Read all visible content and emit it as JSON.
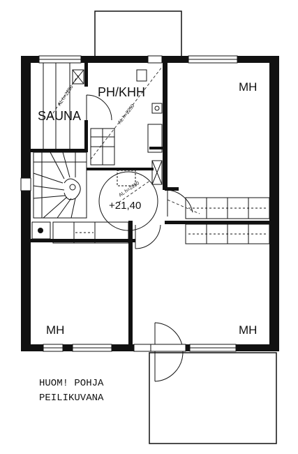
{
  "rooms": {
    "sauna": "SAUNA",
    "wash": "PH/KHH",
    "bedroom_top_right": "MH",
    "bedroom_bottom_left": "MH",
    "bedroom_bottom_right": "MH"
  },
  "level": "+21,40",
  "ceiling_heights": [
    "AL h=2250",
    "AL h=2250",
    "AL h=2250"
  ],
  "note_lines": [
    "HUOM! POHJA",
    "PEILIKUVANA"
  ],
  "colors": {
    "wall": "#111111",
    "line": "#111111",
    "background": "#ffffff"
  }
}
